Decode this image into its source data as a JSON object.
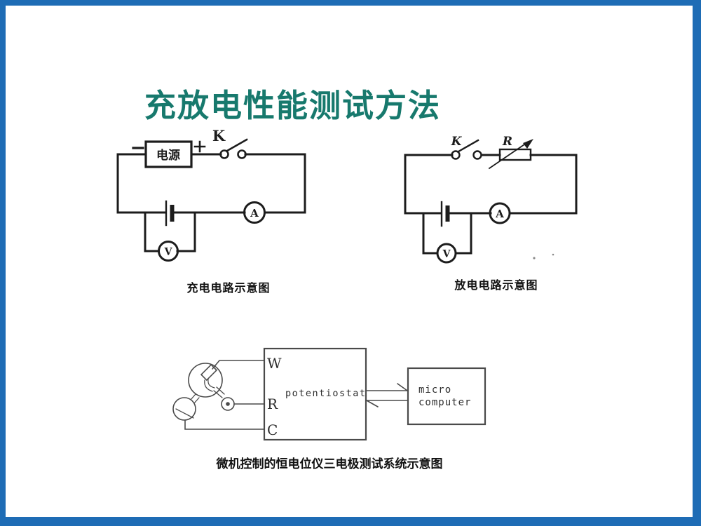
{
  "slide": {
    "title": "充放电性能测试方法"
  },
  "colors": {
    "border_blue": "#1e6cb5",
    "title_teal": "#17796d",
    "ink_dark": "#1c1c1c",
    "ink_gray": "#4a4a4a"
  },
  "charge_circuit": {
    "caption": "充电电路示意图",
    "power_label": "电源",
    "minus": "−",
    "plus": "+",
    "switch_label": "K",
    "ammeter": "A",
    "voltmeter": "V"
  },
  "discharge_circuit": {
    "caption": "放电电路示意图",
    "switch_label": "K",
    "resistor_label": "R",
    "ammeter": "A",
    "voltmeter": "V"
  },
  "electrode_system": {
    "caption": "微机控制的恒电位仪三电极测试系统示意图",
    "terminal_w": "W",
    "terminal_r": "R",
    "terminal_c": "C",
    "potentiostat": "potentiostat",
    "computer_line1": "micro",
    "computer_line2": "computer"
  }
}
